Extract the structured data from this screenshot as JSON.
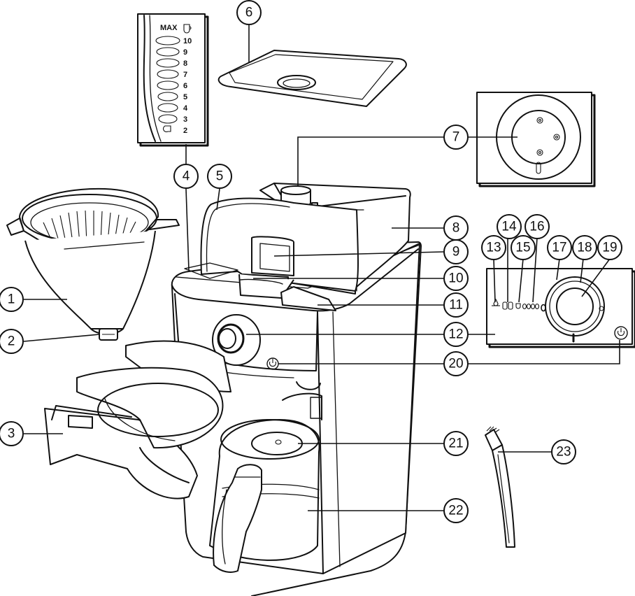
{
  "water_scale": {
    "max_label": "MAX",
    "levels": [
      "10",
      "9",
      "8",
      "7",
      "6",
      "5",
      "4",
      "3",
      "2"
    ]
  },
  "callouts": [
    {
      "id": "1",
      "label": "1"
    },
    {
      "id": "2",
      "label": "2"
    },
    {
      "id": "3",
      "label": "3"
    },
    {
      "id": "4",
      "label": "4"
    },
    {
      "id": "5",
      "label": "5"
    },
    {
      "id": "6",
      "label": "6"
    },
    {
      "id": "7",
      "label": "7"
    },
    {
      "id": "8",
      "label": "8"
    },
    {
      "id": "9",
      "label": "9"
    },
    {
      "id": "10",
      "label": "10"
    },
    {
      "id": "11",
      "label": "11"
    },
    {
      "id": "12",
      "label": "12"
    },
    {
      "id": "13",
      "label": "13"
    },
    {
      "id": "14",
      "label": "14"
    },
    {
      "id": "15",
      "label": "15"
    },
    {
      "id": "16",
      "label": "16"
    },
    {
      "id": "17",
      "label": "17"
    },
    {
      "id": "18",
      "label": "18"
    },
    {
      "id": "19",
      "label": "19"
    },
    {
      "id": "20",
      "label": "20"
    },
    {
      "id": "21",
      "label": "21"
    },
    {
      "id": "22",
      "label": "22"
    },
    {
      "id": "23",
      "label": "23"
    }
  ]
}
